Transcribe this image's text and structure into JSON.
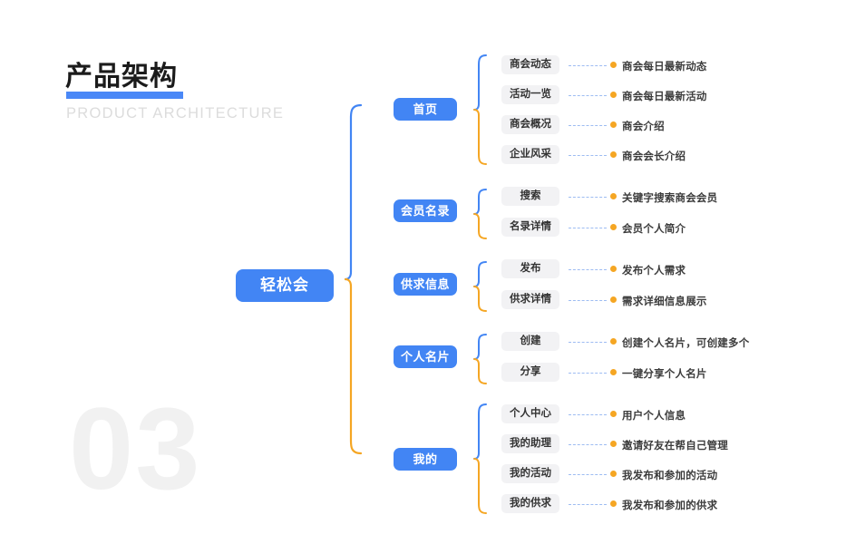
{
  "page": {
    "section_number": "03",
    "accent_blue": "#4285f4",
    "accent_orange": "#f5a623",
    "background": "#ffffff"
  },
  "header": {
    "title_cn": "产品架构",
    "title_en": "PRODUCT ARCHITECTURE"
  },
  "diagram": {
    "root": {
      "label": "轻松会"
    },
    "branches": [
      {
        "label": "首页",
        "children": [
          {
            "label": "商会动态",
            "desc": "商会每日最新动态"
          },
          {
            "label": "活动一览",
            "desc": "商会每日最新活动"
          },
          {
            "label": "商会概况",
            "desc": "商会介绍"
          },
          {
            "label": "企业风采",
            "desc": "商会会长介绍"
          }
        ]
      },
      {
        "label": "会员名录",
        "children": [
          {
            "label": "搜索",
            "desc": "关键字搜索商会会员"
          },
          {
            "label": "名录详情",
            "desc": "会员个人简介"
          }
        ]
      },
      {
        "label": "供求信息",
        "children": [
          {
            "label": "发布",
            "desc": "发布个人需求"
          },
          {
            "label": "供求详情",
            "desc": "需求详细信息展示"
          }
        ]
      },
      {
        "label": "个人名片",
        "children": [
          {
            "label": "创建",
            "desc": "创建个人名片，可创建多个"
          },
          {
            "label": "分享",
            "desc": "一键分享个人名片"
          }
        ]
      },
      {
        "label": "我的",
        "children": [
          {
            "label": "个人中心",
            "desc": "用户个人信息"
          },
          {
            "label": "我的助理",
            "desc": "邀请好友在帮自己管理"
          },
          {
            "label": "我的活动",
            "desc": "我发布和参加的活动"
          },
          {
            "label": "我的供求",
            "desc": "我发布和参加的供求"
          }
        ]
      }
    ]
  }
}
